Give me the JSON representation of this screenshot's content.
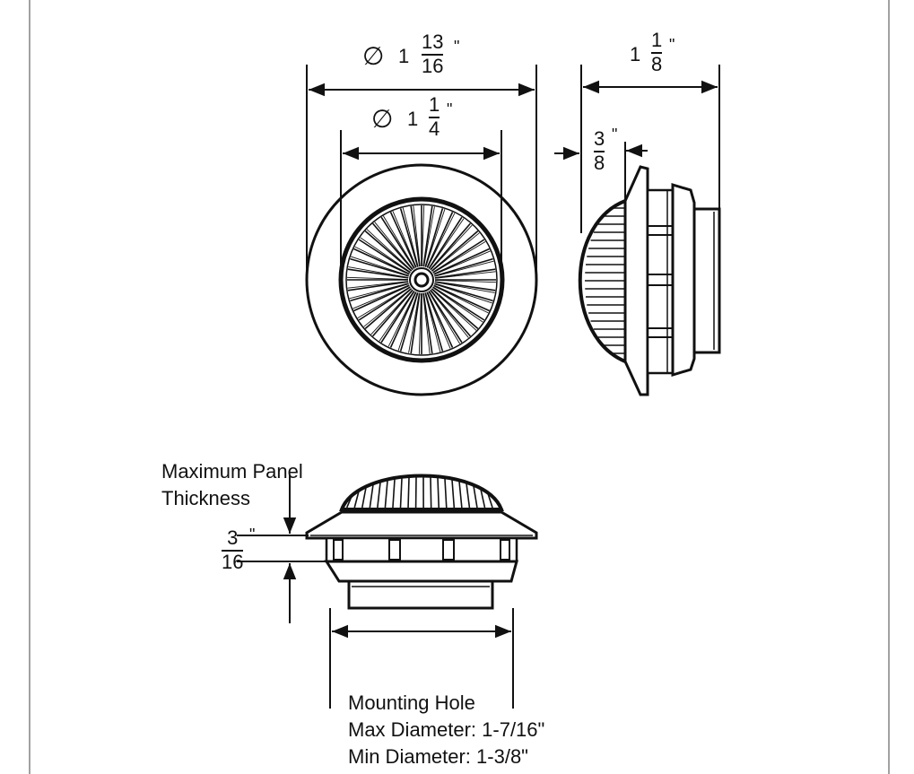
{
  "dimensions": {
    "outer_diameter": {
      "symbol": "∅",
      "whole": "1",
      "numerator": "13",
      "denominator": "16",
      "mark": "\""
    },
    "inner_diameter": {
      "symbol": "∅",
      "whole": "1",
      "numerator": "1",
      "denominator": "4",
      "mark": "\""
    },
    "overall_depth": {
      "whole": "1",
      "numerator": "1",
      "denominator": "8",
      "mark": "\""
    },
    "dome_height": {
      "numerator": "3",
      "denominator": "8",
      "mark": "\""
    },
    "panel_thickness": {
      "numerator": "3",
      "denominator": "16",
      "mark": "\""
    }
  },
  "labels": {
    "panel_line1": "Maximum Panel",
    "panel_line2": "Thickness",
    "mounting_line1": "Mounting Hole",
    "mounting_line2": "Max Diameter:  1-7/16\"",
    "mounting_line3": "Min Diameter:  1-3/8\""
  }
}
